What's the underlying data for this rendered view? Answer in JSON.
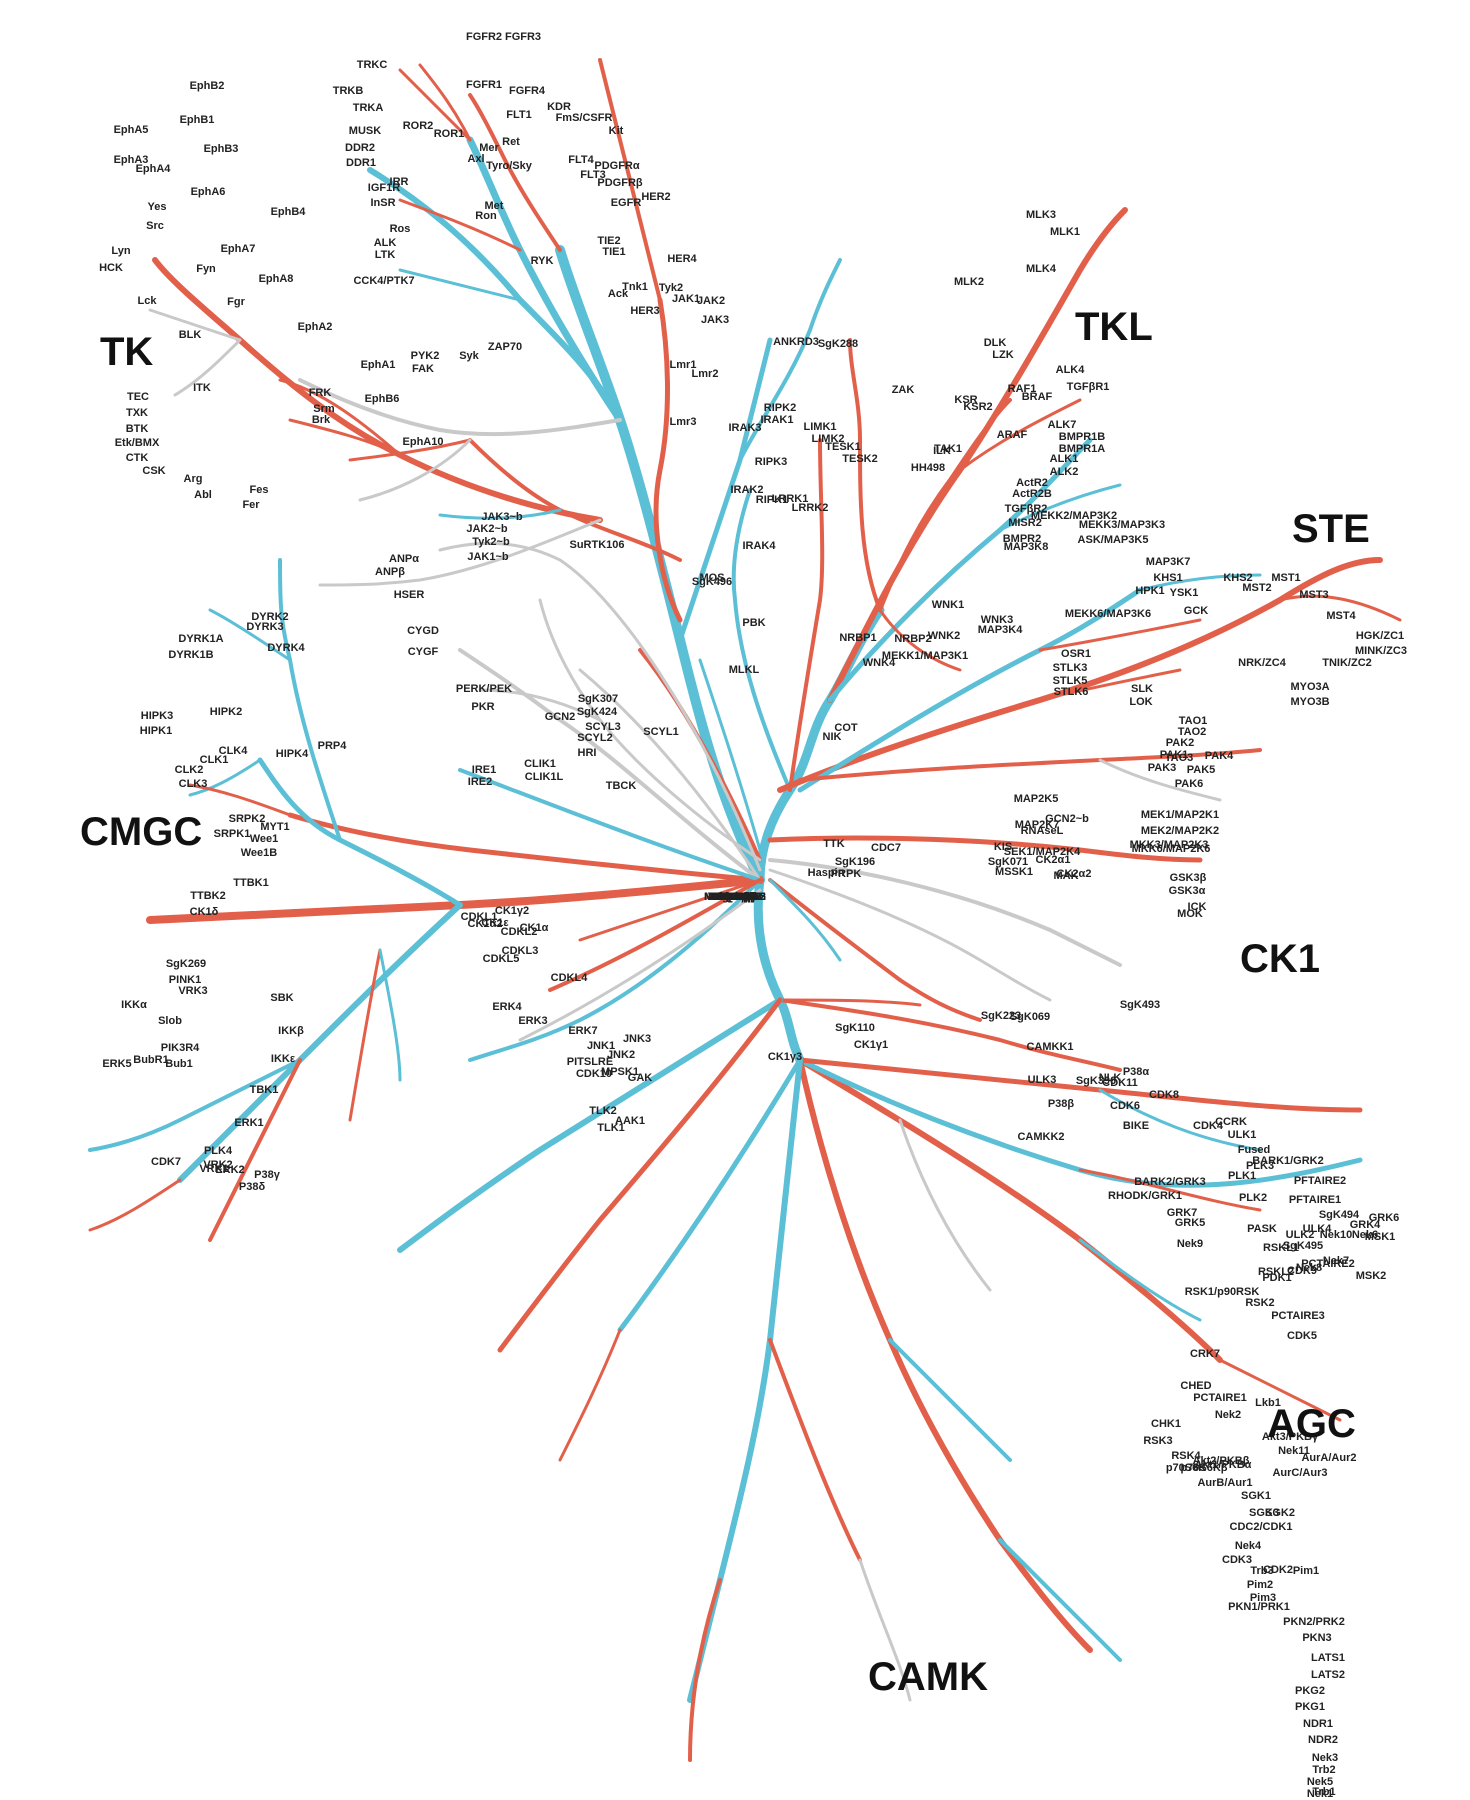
{
  "colors": {
    "blue": "#5bbfd6",
    "red": "#e2604a",
    "gray": "#c9c9c9"
  },
  "groups": [
    "TK",
    "TKL",
    "STE",
    "CK1",
    "AGC",
    "CAMK",
    "CMGC"
  ],
  "labels": [
    "FGFR2",
    "FGFR3",
    "TRKC",
    "FGFR1",
    "FGFR4",
    "EphB2",
    "TRKB",
    "KDR",
    "FLT1",
    "FmS/CSFR",
    "Kit",
    "TRKA",
    "ROR2",
    "ROR1",
    "MUSK",
    "EphA5",
    "EphB1",
    "DDR2",
    "Ret",
    "Mer",
    "Axl",
    "EphA3",
    "EphB3",
    "DDR1",
    "Tyro/Sky",
    "FLT4",
    "FLT3",
    "PDGFRα",
    "EphA4",
    "IRR",
    "PDGFRβ",
    "HER2",
    "IGF1R",
    "EphA6",
    "EGFR",
    "InSR",
    "Met",
    "Yes",
    "Ron",
    "EphB4",
    "Src",
    "Ros",
    "TIE2",
    "ALK",
    "EphA7",
    "LTK",
    "TIE1",
    "RYK",
    "HER4",
    "Lyn",
    "HCK",
    "Fyn",
    "EphA8",
    "Ack",
    "Tnk1",
    "Tyk2",
    "JAK1",
    "JAK2",
    "Fgr",
    "CCK4/PTK7",
    "Lck",
    "HER3",
    "JAK3",
    "BLK",
    "EphA2",
    "ZAP70",
    "PYK2",
    "Syk",
    "FAK",
    "Lmr1",
    "Lmr2",
    "EphA1",
    "ITK",
    "FRK",
    "EphB6",
    "TEC",
    "Srm",
    "TXK",
    "Brk",
    "Lmr3",
    "BTK",
    "Etk/BMX",
    "EphA10",
    "CTK",
    "CSK",
    "Arg",
    "Abl",
    "Fes",
    "Fer",
    "JAK3~b",
    "JAK2~b",
    "Tyk2~b",
    "JAK1~b",
    "SuRTK106",
    "MLK3",
    "MLK1",
    "MLK4",
    "MLK2",
    "DLK",
    "LZK",
    "ANKRD3",
    "SgK288",
    "RAF1",
    "ALK4",
    "BRAF",
    "TGFβR1",
    "ZAK",
    "KSR",
    "KSR2",
    "RIPK2",
    "IRAK1",
    "IRAK3",
    "LIMK1",
    "LIMK2",
    "ARAF",
    "ALK7",
    "TESK1",
    "BMPR1B",
    "BMPR1A",
    "RIPK3",
    "ILK",
    "TAK1",
    "TESK2",
    "HH498",
    "ALK1",
    "ALK2",
    "ActR2",
    "ActR2B",
    "IRAK2",
    "RIPK1",
    "TGFβR2",
    "MISR2",
    "LRRK1",
    "LRRK2",
    "BMPR2",
    "MEKK2/MAP3K2",
    "MEKK3/MAP3K3",
    "ASK/MAP3K5",
    "MAP3K8",
    "IRAK4",
    "MAP3K7",
    "MOS",
    "KHS1",
    "MST1",
    "YSK1",
    "KHS2",
    "MST2",
    "HPK1",
    "MST3",
    "SgK496",
    "WNK1",
    "MEKK6/MAP3K6",
    "WNK3",
    "GCK",
    "MST4",
    "MAP3K4",
    "WNK2",
    "NRBP2",
    "NRBP1",
    "MEKK1/MAP3K1",
    "OSR1",
    "HGK/ZC1",
    "MINK/ZC3",
    "TNIK/ZC2",
    "PBK",
    "WNK4",
    "STLK3",
    "NRK/ZC4",
    "STLK5",
    "MYO3A",
    "STLK6",
    "MYO3B",
    "ANPα",
    "ANPβ",
    "HSER",
    "CYGD",
    "CYGF",
    "DYRK2",
    "DYRK3",
    "DYRK1A",
    "DYRK4",
    "DYRK1B",
    "PERK/PEK",
    "PKR",
    "SgK307",
    "SgK424",
    "GCN2",
    "SCYL3",
    "SCYL2",
    "SCYL1",
    "HRI",
    "MLKL",
    "HIPK3",
    "HIPK1",
    "HIPK2",
    "PRP4",
    "HIPK4",
    "CLK4",
    "CLK1",
    "CLK2",
    "CLK3",
    "COT",
    "NIK",
    "SLK",
    "LOK",
    "TAO1",
    "TAO2",
    "TAO3",
    "PAK1",
    "PAK3",
    "PAK2",
    "PAK4",
    "PAK5",
    "PAK6",
    "CLIK1",
    "CLIK1L",
    "IRE1",
    "IRE2",
    "TBCK",
    "MAP2K5",
    "MAP2K7",
    "RNAseL",
    "GCN2~b",
    "MEK1/MAP2K1",
    "MEK2/MAP2K2",
    "MKK3/MAP2K3",
    "MKK6/MAP2K6",
    "TTK",
    "KIS",
    "SgK071",
    "MSSK1",
    "SRPK2",
    "SRPK1",
    "MYT1",
    "Wee1",
    "Wee1B",
    "SEK1/MAP2K4",
    "CK2α1",
    "CK2α2",
    "CDC7",
    "SgK196",
    "PRPK",
    "Haspin",
    "MAK",
    "GSK3β",
    "GSK3α",
    "ICK",
    "MOK",
    "TTBK1",
    "TTBK2",
    "CK1δ",
    "CK1ε",
    "CK1α",
    "CK1α2",
    "CDKL3",
    "CDKL2",
    "SgK269",
    "PINK1",
    "VRK3",
    "CK1γ2",
    "CDKL1",
    "CDKL5",
    "CDKL4",
    "ERK4",
    "ERK3",
    "ERK7",
    "SgK223",
    "SgK493",
    "SgK396",
    "CK1γ1",
    "CK1γ3",
    "NLK",
    "SgK110",
    "SgK069",
    "IKKα",
    "SBK",
    "Slob",
    "PIK3R4",
    "Bub1",
    "BubR1",
    "ERK5",
    "IKKβ",
    "IKKε",
    "TBK1",
    "ERK1",
    "CDK7",
    "PLK4",
    "VRK1",
    "VRK2",
    "ERK2",
    "P38γ",
    "P38δ",
    "JNK1",
    "JNK3",
    "JNK2",
    "PITSLRE",
    "CDK10",
    "MPSK1",
    "GAK",
    "TLK2",
    "TLK1",
    "AAK1",
    "CAMKK1",
    "ULK3",
    "P38β",
    "P38α",
    "CDK8",
    "CDK11",
    "CCRK",
    "CDK4",
    "CDK6",
    "BIKE",
    "CAMKK2",
    "ULK1",
    "Fused",
    "PLK3",
    "PLK1",
    "PLK2",
    "BARK1/GRK2",
    "BARK2/GRK3",
    "RHODK/GRK1",
    "GRK7",
    "GRK5",
    "PFTAIRE2",
    "PFTAIRE1",
    "ULK2",
    "ULK4",
    "Nek6",
    "Nek7",
    "Nek10",
    "SgK494",
    "GRK6",
    "GRK4",
    "PCTAIRE2",
    "CDK9",
    "Nek8",
    "Nek9",
    "SgK495",
    "PASK",
    "PDK1",
    "RSKL1",
    "RSKL2",
    "MSK1",
    "MSK2",
    "RSK1/p90RSK",
    "RSK2",
    "PCTAIRE3",
    "CDK5",
    "CRK7",
    "CHED",
    "PCTAIRE1",
    "Nek2",
    "Lkb1",
    "CHK1",
    "RSK3",
    "RSK4",
    "p70S6K",
    "p70S6Kβ",
    "Akt2/PKBβ",
    "Akt1/PKBα",
    "Akt3/PKBγ",
    "Nek11",
    "AurA/Aur2",
    "AurB/Aur1",
    "AurC/Aur3",
    "SGK1",
    "SGK2",
    "SGK3",
    "CDC2/CDK1",
    "Nek4",
    "CDK3",
    "CDK2",
    "Trb3",
    "Pim1",
    "Pim2",
    "Pim3",
    "PKN1/PRK1",
    "PKN2/PRK2",
    "PKN3",
    "LATS1",
    "LATS2",
    "PKG2",
    "PKG1",
    "NDR1",
    "NDR2",
    "Nek3",
    "Trb2",
    "Nek5",
    "Trb1",
    "Nek1",
    "Obscn~b",
    "SPEG~b",
    "Obscn",
    "SPEG",
    "TTN",
    "YANK1",
    "YANK2",
    "YANK3",
    "MAST3",
    "MASTL",
    "PRKY",
    "PRKX",
    "PKCη",
    "PKCε",
    "PKCζ",
    "PKCι",
    "PKCδ",
    "PKCθ",
    "PKCγ",
    "PKAα",
    "PKAβ",
    "PKAγ",
    "STK33",
    "MAST2",
    "smMLCK",
    "Trio",
    "Trad",
    "CHK2",
    "ROCK1",
    "ROCK2",
    "PKCα",
    "PKCβ",
    "DMPK",
    "skMLCK",
    "TSSK4",
    "HUNK",
    "SNRK",
    "SSTK",
    "MAST4",
    "MAST1",
    "CRIK",
    "DRAK2",
    "DRAK1",
    "TSSK3",
    "TSSK1",
    "TSSK2",
    "NIM1",
    "PKD2",
    "DCAMKL3",
    "DCAMKL1",
    "DCAMKL2",
    "SgK085",
    "caMLCK",
    "DAPK3",
    "DAPK2",
    "DAPK1",
    "MELK",
    "PKD1",
    "PKD3",
    "DMPK2",
    "MRCKβ",
    "MRCKα",
    "CASK",
    "VACAMKL",
    "PhKγ1",
    "PSKH1",
    "PSKH2",
    "AMPKα2",
    "AMPKα1",
    "MNK1",
    "MNK2",
    "MAPKAPK5",
    "MAPKAPK2",
    "MAPKAPK3",
    "CaMK2α",
    "CaMK2δ",
    "CaMK2β",
    "PhKγ2",
    "CaMK2γ",
    "CaMK4",
    "BRSK2",
    "BRSK1",
    "NuaK2",
    "NuaK1",
    "RSK4~b",
    "RSK1~b",
    "MSK2~b",
    "MSK1~b",
    "QSK",
    "RSK2~b",
    "RSK3~b",
    "CaMK1β",
    "SIK",
    "CaMK1γ",
    "CaMK1α",
    "QIK",
    "CaMK1δ",
    "MARK4",
    "MARK1",
    "MARK3",
    "MARK2"
  ]
}
